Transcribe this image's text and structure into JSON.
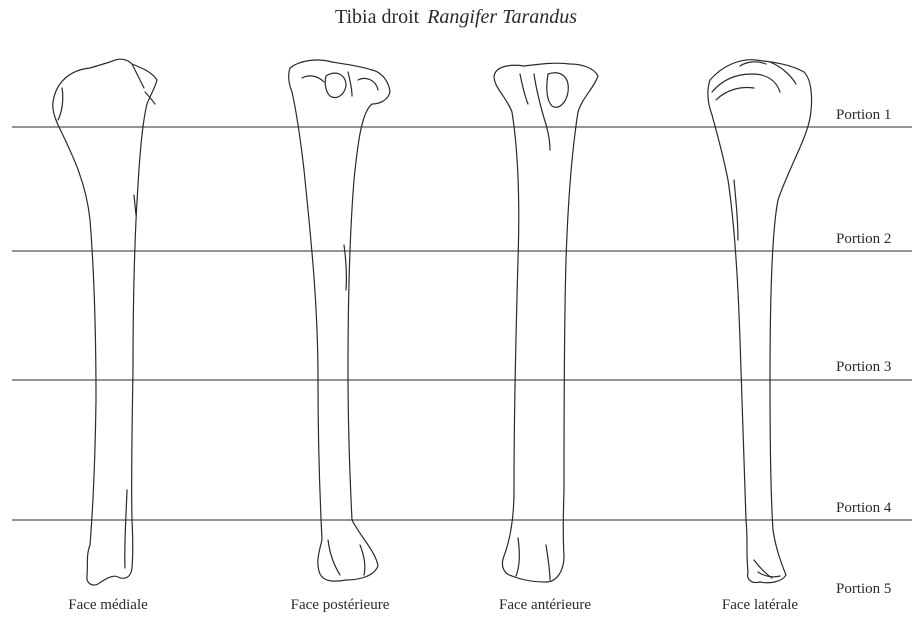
{
  "title": {
    "main": "Tibia droit",
    "species": "Rangifer Tarandus"
  },
  "portions": [
    "Portion 1",
    "Portion 2",
    "Portion 3",
    "Portion 4",
    "Portion 5"
  ],
  "faces": [
    "Face médiale",
    "Face postérieure",
    "Face antérieure",
    "Face latérale"
  ],
  "colors": {
    "ink": "#2a2a2a",
    "background": "#ffffff"
  }
}
